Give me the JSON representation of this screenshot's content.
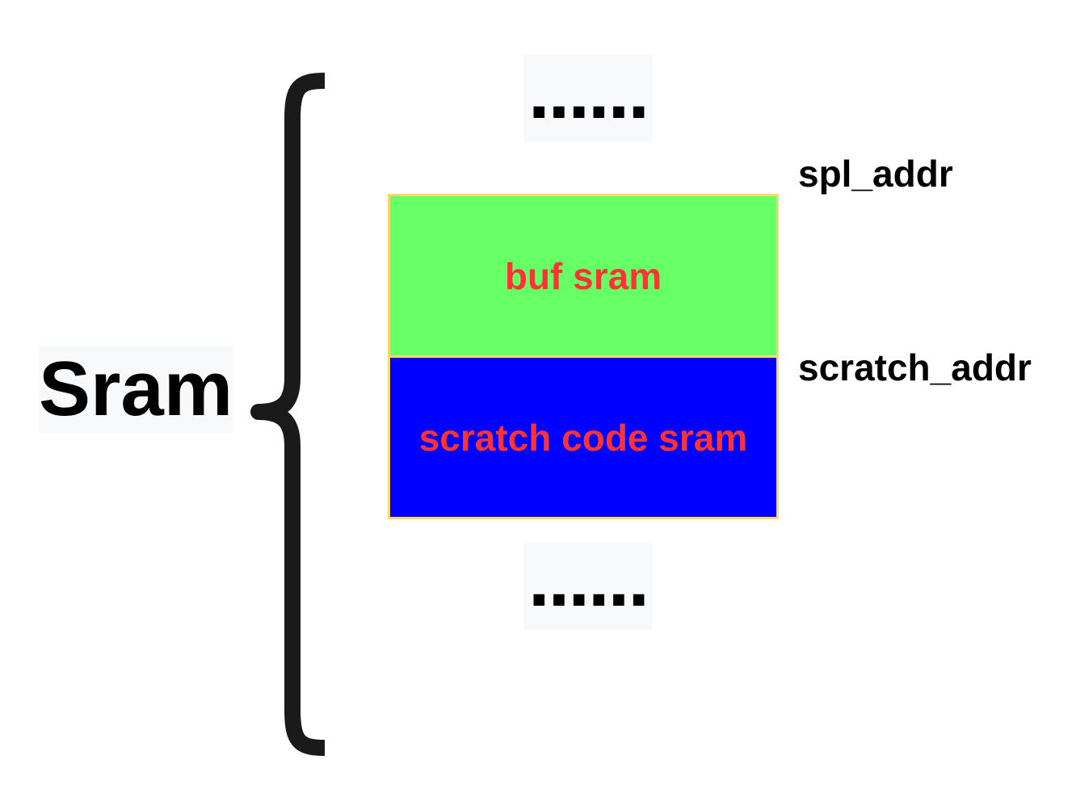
{
  "diagram": {
    "group_label": "Sram",
    "ellipsis_top": "......",
    "ellipsis_bottom": "......",
    "blocks": [
      {
        "label": "buf sram",
        "fill": "#66ff66",
        "text_color": "#ff3333"
      },
      {
        "label": "scratch code sram",
        "fill": "#0000ff",
        "text_color": "#ff3333"
      }
    ],
    "addresses": {
      "spl_addr": "spl_addr",
      "scratch_addr": "scratch_addr"
    },
    "colors": {
      "border": "#ffd966",
      "brace": "#1a1a1a",
      "label_bg": "#f8f9fa"
    }
  }
}
